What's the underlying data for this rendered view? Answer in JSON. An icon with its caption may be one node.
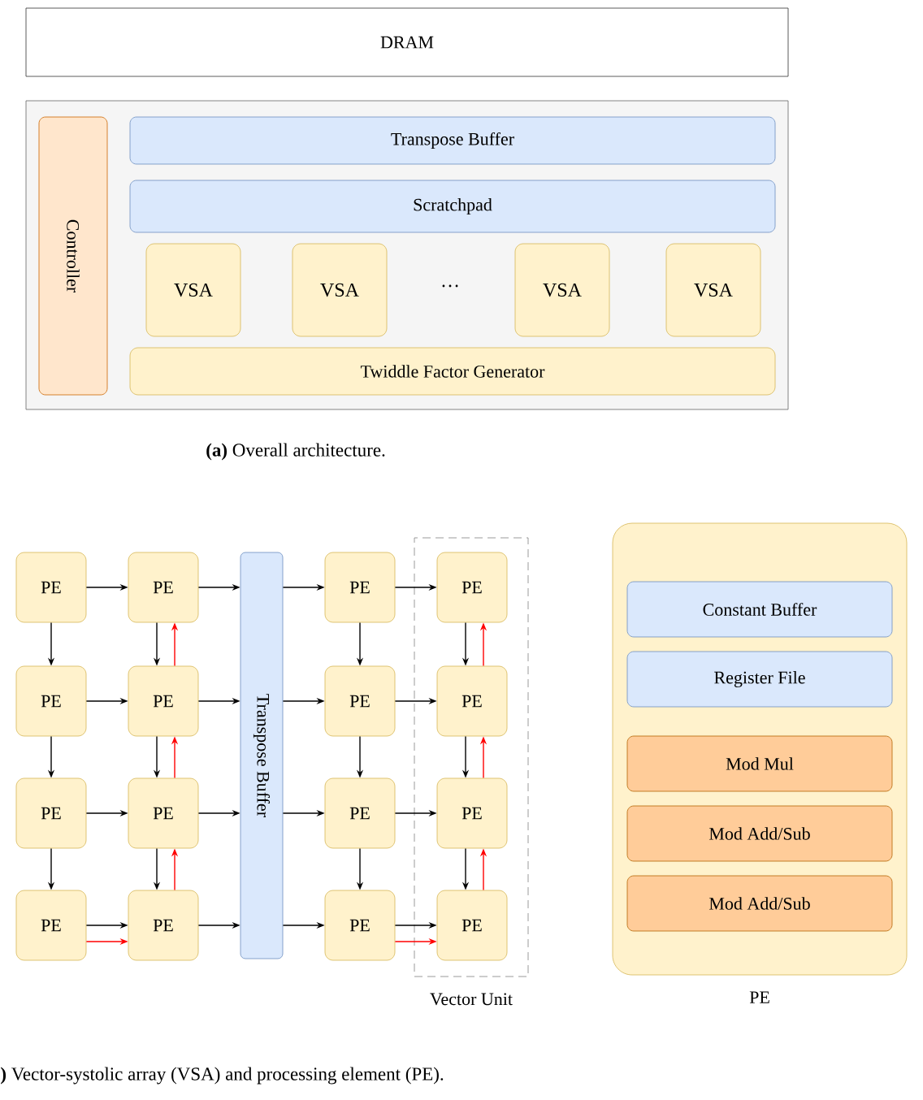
{
  "diagram": {
    "nodes": [
      {
        "text": [
          "DRAM"
        ]
      },
      {
        "text": [],
        "shape": "box"
      },
      {
        "text": [
          "Controller"
        ],
        "in": 1
      },
      {
        "text": [
          "Transpose Buffer"
        ],
        "in": 1
      },
      {
        "text": [
          "Scratchpad"
        ],
        "in": 1
      },
      {
        "text": [
          "VSA"
        ],
        "in": 1
      },
      {
        "text": [
          "VSA"
        ],
        "in": 1
      },
      {
        "text": [
          "VSA"
        ],
        "in": 1
      },
      {
        "text": [
          "VSA"
        ],
        "in": 1
      },
      {
        "text": [
          "Twiddle Factor Generator"
        ],
        "in": 1
      },
      {
        "text": [
          "Vector Unit"
        ]
      },
      {
        "text": [
          "PE"
        ]
      },
      {
        "text": [
          "PE"
        ]
      },
      {
        "text": [
          "PE"
        ]
      },
      {
        "text": [
          "PE"
        ],
        "in": 10
      },
      {
        "text": [
          "PE"
        ]
      },
      {
        "text": [
          "PE"
        ]
      },
      {
        "text": [
          "PE"
        ]
      },
      {
        "text": [
          "PE"
        ],
        "in": 10
      },
      {
        "text": [
          "PE"
        ]
      },
      {
        "text": [
          "PE"
        ]
      },
      {
        "text": [
          "PE"
        ]
      },
      {
        "text": [
          "PE"
        ],
        "in": 10
      },
      {
        "text": [
          "PE"
        ]
      },
      {
        "text": [
          "PE"
        ]
      },
      {
        "text": [
          "PE"
        ]
      },
      {
        "text": [
          "PE"
        ],
        "in": 10
      },
      {
        "text": [
          "Transpose Buffer"
        ]
      },
      {
        "text": [
          "PE"
        ]
      },
      {
        "text": [
          "Constant Buffer"
        ],
        "in": 28
      },
      {
        "text": [
          "Register File"
        ],
        "in": 28
      },
      {
        "text": [
          "Mod Mul"
        ],
        "in": 28
      },
      {
        "text": [
          "Mod Add/Sub"
        ],
        "in": 28
      },
      {
        "text": [
          "Mod Add/Sub"
        ],
        "in": 28
      }
    ],
    "edges": [
      {
        "from": 11,
        "to": 12,
        "arrow": "to"
      },
      {
        "from": 12,
        "to": 27,
        "arrow": "to"
      },
      {
        "from": 27,
        "to": 13,
        "arrow": "to"
      },
      {
        "from": 13,
        "to": 14,
        "arrow": "to"
      },
      {
        "from": 15,
        "to": 16,
        "arrow": "to"
      },
      {
        "from": 16,
        "to": 27,
        "arrow": "to"
      },
      {
        "from": 27,
        "to": 17,
        "arrow": "to"
      },
      {
        "from": 17,
        "to": 18,
        "arrow": "to"
      },
      {
        "from": 19,
        "to": 20,
        "arrow": "to"
      },
      {
        "from": 20,
        "to": 27,
        "arrow": "to"
      },
      {
        "from": 27,
        "to": 21,
        "arrow": "to"
      },
      {
        "from": 21,
        "to": 22,
        "arrow": "to"
      },
      {
        "from": 23,
        "to": 24,
        "arrow": "to"
      },
      {
        "from": 24,
        "to": 27,
        "arrow": "to"
      },
      {
        "from": 27,
        "to": 25,
        "arrow": "to"
      },
      {
        "from": 25,
        "to": 26,
        "arrow": "to"
      },
      {
        "from": 23,
        "to": 24,
        "arrow": "to",
        "color": "#ff0000"
      },
      {
        "from": 25,
        "to": 26,
        "arrow": "to",
        "color": "#ff0000"
      },
      {
        "from": 11,
        "to": 15,
        "arrow": "to"
      },
      {
        "from": 15,
        "to": 19,
        "arrow": "to"
      },
      {
        "from": 19,
        "to": 23,
        "arrow": "to"
      },
      {
        "from": 12,
        "to": 16,
        "arrow": "to"
      },
      {
        "from": 16,
        "to": 20,
        "arrow": "to"
      },
      {
        "from": 20,
        "to": 24,
        "arrow": "to"
      },
      {
        "from": 13,
        "to": 17,
        "arrow": "to"
      },
      {
        "from": 17,
        "to": 21,
        "arrow": "to"
      },
      {
        "from": 21,
        "to": 25,
        "arrow": "to"
      },
      {
        "from": 14,
        "to": 18,
        "arrow": "to"
      },
      {
        "from": 18,
        "to": 22,
        "arrow": "to"
      },
      {
        "from": 22,
        "to": 26,
        "arrow": "to"
      },
      {
        "from": 16,
        "to": 12,
        "arrow": "to",
        "color": "#ff0000"
      },
      {
        "from": 20,
        "to": 16,
        "arrow": "to",
        "color": "#ff0000"
      },
      {
        "from": 24,
        "to": 20,
        "arrow": "to",
        "color": "#ff0000"
      },
      {
        "from": 18,
        "to": 14,
        "arrow": "to",
        "color": "#ff0000"
      },
      {
        "from": 22,
        "to": 18,
        "arrow": "to",
        "color": "#ff0000"
      },
      {
        "from": 26,
        "to": 22,
        "arrow": "to",
        "color": "#ff0000"
      }
    ],
    "labels": [
      "…",
      "**(a)** Overall architecture.",
      "**)** Vector-systolic array (VSA) and processing element (PE)."
    ]
  }
}
